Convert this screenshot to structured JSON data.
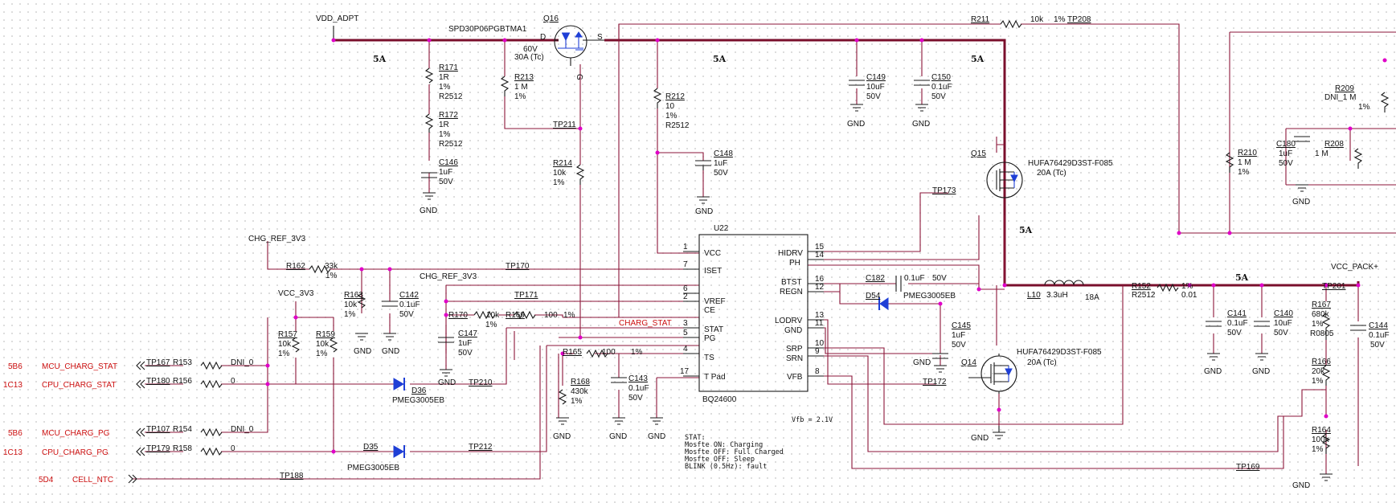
{
  "nets": {
    "vdd_adpt": "VDD_ADPT",
    "chg_ref_a": "CHG_REF_3V3",
    "chg_ref_b": "CHG_REF_3V3",
    "vcc_3v3": "VCC_3V3",
    "vcc_pack": "VCC_PACK+",
    "charg_stat": "CHARG_STAT",
    "gnd": "GND"
  },
  "current_labels": [
    "5A",
    "5A",
    "5A",
    "5A",
    "5A"
  ],
  "ports": [
    {
      "sheet": "5B6",
      "net": "MCU_CHARG_STAT"
    },
    {
      "sheet": "1C13",
      "net": "CPU_CHARG_STAT"
    },
    {
      "sheet": "5B6",
      "net": "MCU_CHARG_PG"
    },
    {
      "sheet": "1C13",
      "net": "CPU_CHARG_PG"
    },
    {
      "sheet": "5D4",
      "net": "CELL_NTC"
    }
  ],
  "parts": {
    "q16": {
      "ref": "Q16",
      "pn": "SPD30P06PGBTMA1",
      "v": "60V",
      "i": "30A (Tc)",
      "d": "D",
      "s": "S",
      "g": "G"
    },
    "q15": {
      "ref": "Q15",
      "pn": "HUFA76429D3ST-F085",
      "i": "20A (Tc)"
    },
    "q14": {
      "ref": "Q14",
      "pn": "HUFA76429D3ST-F085",
      "i": "20A (Tc)"
    },
    "r171": {
      "ref": "R171",
      "v1": "1R",
      "v2": "1%",
      "v3": "R2512"
    },
    "r172": {
      "ref": "R172",
      "v1": "1R",
      "v2": "1%",
      "v3": "R2512"
    },
    "c146": {
      "ref": "C146",
      "v1": "1uF",
      "v2": "50V"
    },
    "r213": {
      "ref": "R213",
      "v1": "1 M",
      "v2": "1%"
    },
    "r214": {
      "ref": "R214",
      "v1": "10k",
      "v2": "1%"
    },
    "r212": {
      "ref": "R212",
      "v1": "10",
      "v2": "1%",
      "v3": "R2512"
    },
    "c148": {
      "ref": "C148",
      "v1": "1uF",
      "v2": "50V"
    },
    "c149": {
      "ref": "C149",
      "v1": "10uF",
      "v2": "50V"
    },
    "c150": {
      "ref": "C150",
      "v1": "0.1uF",
      "v2": "50V"
    },
    "r211": {
      "ref": "R211",
      "v1": "10k",
      "v2": "1%"
    },
    "r210": {
      "ref": "R210",
      "v1": "1 M",
      "v2": "1%"
    },
    "c180": {
      "ref": "C180",
      "v1": "1uF",
      "v2": "50V"
    },
    "r208": {
      "ref": "R208",
      "v1": "1 M"
    },
    "r209": {
      "ref": "R209",
      "v1": "DNI_1 M",
      "v2": "1%"
    },
    "r162": {
      "ref": "R162",
      "v1": "33k",
      "v2": "1%"
    },
    "r163": {
      "ref": "R163",
      "v1": "10k",
      "v2": "1%"
    },
    "c142": {
      "ref": "C142",
      "v1": "0.1uF",
      "v2": "50V"
    },
    "r170": {
      "ref": "R170",
      "v1": "10k",
      "v2": "1%"
    },
    "r169": {
      "ref": "R169",
      "v1": "100",
      "v2": "1%"
    },
    "c147": {
      "ref": "C147",
      "v1": "1uF",
      "v2": "50V"
    },
    "r157": {
      "ref": "R157",
      "v1": "10k",
      "v2": "1%"
    },
    "r159": {
      "ref": "R159",
      "v1": "10k",
      "v2": "1%"
    },
    "r153": {
      "ref": "R153",
      "v1": "DNI_0"
    },
    "r156": {
      "ref": "R156",
      "v1": "0"
    },
    "r154": {
      "ref": "R154",
      "v1": "DNI_0"
    },
    "r158": {
      "ref": "R158",
      "v1": "0"
    },
    "d36": {
      "ref": "D36",
      "pn": "PMEG3005EB"
    },
    "d35": {
      "ref": "D35",
      "pn": "PMEG3005EB"
    },
    "d54": {
      "ref": "D54",
      "pn": "PMEG3005EB"
    },
    "r165": {
      "ref": "R165",
      "v1": "100",
      "v2": "1%"
    },
    "r168": {
      "ref": "R168",
      "v1": "430k",
      "v2": "1%"
    },
    "c143": {
      "ref": "C143",
      "v1": "0.1uF",
      "v2": "50V"
    },
    "c182": {
      "ref": "C182",
      "v1": "0.1uF",
      "v2": "50V"
    },
    "c145": {
      "ref": "C145",
      "v1": "1uF",
      "v2": "50V"
    },
    "l10": {
      "ref": "L10",
      "v1": "3.3uH",
      "v2": "18A"
    },
    "r152": {
      "ref": "R152",
      "v1": "R2512",
      "v2": "1%",
      "v3": "0.01"
    },
    "c141": {
      "ref": "C141",
      "v1": "0.1uF",
      "v2": "50V"
    },
    "c140": {
      "ref": "C140",
      "v1": "10uF",
      "v2": "50V"
    },
    "r167": {
      "ref": "R167",
      "v1": "680k",
      "v2": "1%",
      "v3": "R0805"
    },
    "r166": {
      "ref": "R166",
      "v1": "20k",
      "v2": "1%"
    },
    "r164": {
      "ref": "R164",
      "v1": "100k",
      "v2": "1%"
    },
    "c144": {
      "ref": "C144",
      "v1": "0.1uF",
      "v2": "50V"
    }
  },
  "testpoints": [
    "TP208",
    "TP211",
    "TP173",
    "TP170",
    "TP171",
    "TP210",
    "TP212",
    "TP167",
    "TP180",
    "TP107",
    "TP179",
    "TP188",
    "TP172",
    "TP201",
    "TP169"
  ],
  "ic": {
    "ref": "U22",
    "part": "BQ24600",
    "left_pins": [
      {
        "num": "1",
        "name": "VCC"
      },
      {
        "num": "7",
        "name": "ISET"
      },
      {
        "num": "6",
        "name": "VREF"
      },
      {
        "num": "2",
        "name": "CE"
      },
      {
        "num": "3",
        "name": "STAT"
      },
      {
        "num": "5",
        "name": "PG"
      },
      {
        "num": "4",
        "name": "TS"
      },
      {
        "num": "17",
        "name": "T Pad"
      }
    ],
    "right_pins": [
      {
        "num": "15",
        "name": "HIDRV"
      },
      {
        "num": "14",
        "name": "PH"
      },
      {
        "num": "16",
        "name": "BTST"
      },
      {
        "num": "12",
        "name": "REGN"
      },
      {
        "num": "13",
        "name": "LODRV"
      },
      {
        "num": "11",
        "name": "GND"
      },
      {
        "num": "10",
        "name": "SRP"
      },
      {
        "num": "9",
        "name": "SRN"
      },
      {
        "num": "8",
        "name": "VFB"
      }
    ]
  },
  "notes": {
    "vfb": "Vfb = 2.1V",
    "stat_lines": [
      "STAT:",
      "Mosfte  ON:   Charging",
      "Mosfte  OFF:  Full  Charged",
      "Mosfte  OFF:  Sleep",
      "BLINK  (0.5Hz):   fault"
    ]
  },
  "colors": {
    "wire": "#8b1538",
    "net_label": "#cc1010",
    "junction": "#e000c8",
    "diode": "#1f3fd6"
  }
}
